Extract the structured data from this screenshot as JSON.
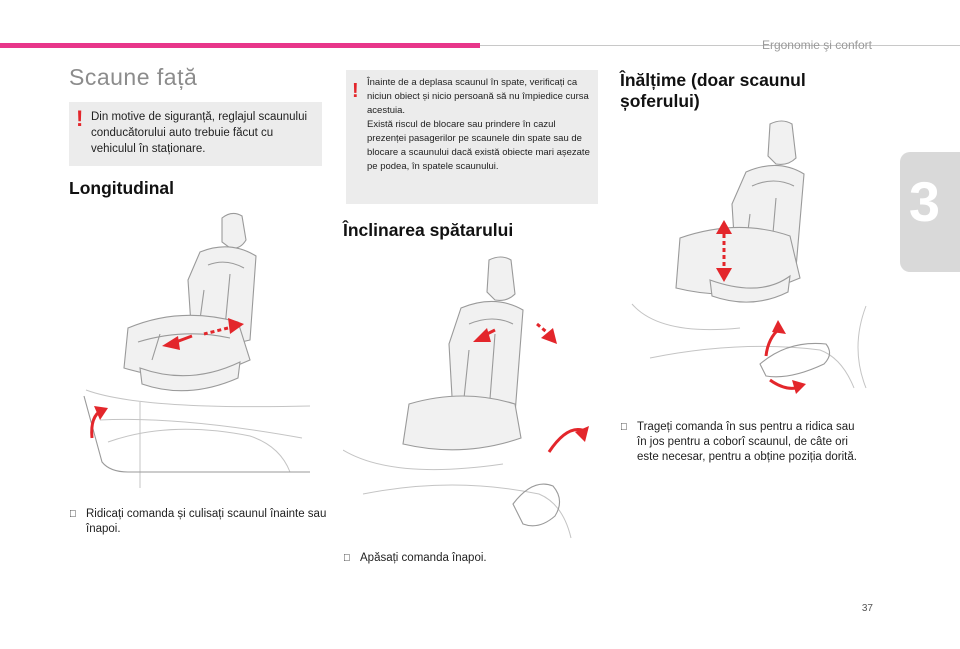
{
  "header": {
    "chapter_title": "Ergonomie şi confort",
    "chapter_number": "3",
    "page_number": "37"
  },
  "colors": {
    "accent": "#e8368a",
    "warning": "#e3262b",
    "box_background": "#ececec"
  },
  "icons": {
    "warning": "exclamation-mark-icon",
    "bullet": "bullet-arrow-icon"
  },
  "col1": {
    "title": "Scaune față",
    "warning_text": "Din motive de siguranță, reglajul scaunului conducătorului auto trebuie făcut cu vehiculul în staționare.",
    "section_title": "Longitudinal",
    "instruction": "Ridicați comanda și culisați scaunul înainte sau înapoi."
  },
  "col2": {
    "warning_text": "Înainte de a deplasa scaunul în spate, verificați ca niciun obiect și nicio persoană să nu împiedice cursa acestuia.\nExistă riscul de blocare sau prindere în cazul prezenței pasagerilor pe scaunele din spate sau de blocare a scaunului dacă există obiecte mari așezate pe podea, în spatele scaunului.",
    "section_title": "Înclinarea spătarului",
    "instruction": "Apăsați comanda înapoi."
  },
  "col3": {
    "section_title": "Înălțime (doar scaunul șoferului)",
    "instruction": "Trageți comanda în sus pentru a ridica sau în jos pentru a coborî scaunul, de câte ori este necesar, pentru a obține poziția dorită."
  },
  "symbols": {
    "warning_mark": "!",
    "bullet_mark": ""
  }
}
